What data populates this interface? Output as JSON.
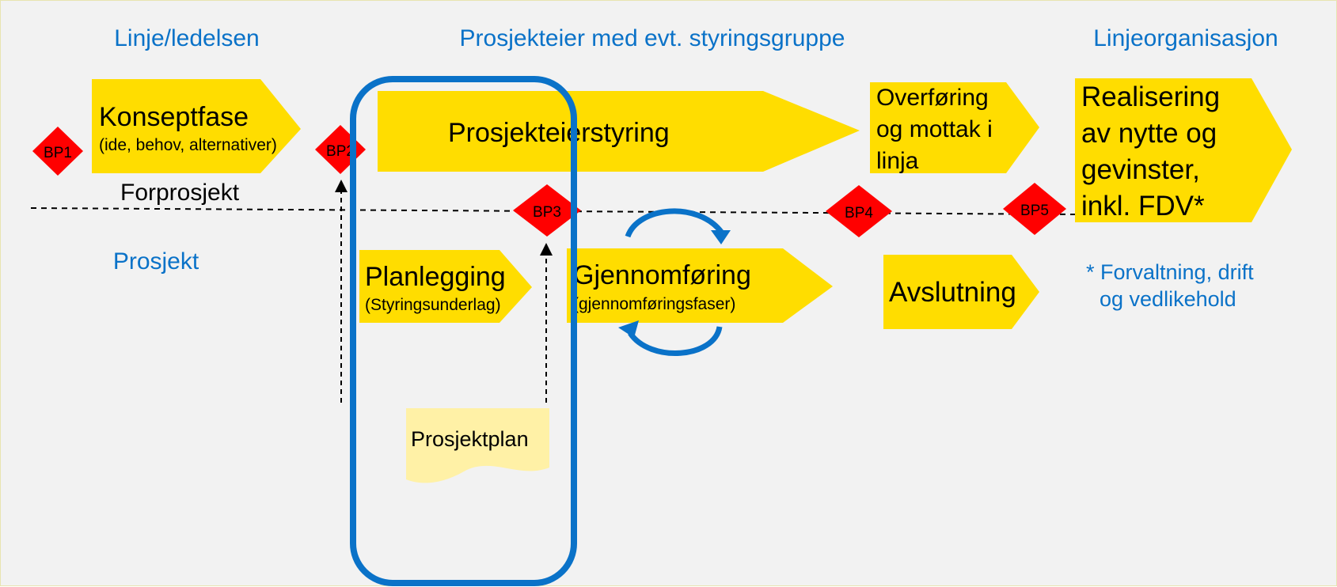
{
  "colors": {
    "background": "#f2f2f2",
    "arrow_fill": "#ffdd00",
    "note_fill": "#fff1a6",
    "decision_point": "#ff0000",
    "highlight": "#0a72c8",
    "heading_text": "#0a72c8",
    "body_text": "#000000"
  },
  "headings": {
    "line_management": "Linje/ledelsen",
    "project_owner": "Prosjekteier med evt. styringsgruppe",
    "line_organization": "Linjeorganisasjon",
    "project": "Prosjekt"
  },
  "upper_track": {
    "concept_phase": {
      "title": "Konseptfase",
      "subtitle": "(ide, behov, alternativer)"
    },
    "owner_governance": {
      "title": "Prosjekteierstyring"
    },
    "handover": {
      "lines": [
        "Overføring",
        "og mottak i",
        "linja"
      ]
    },
    "realization": {
      "lines": [
        "Realisering",
        "av nytte og",
        "gevinster,",
        "inkl. FDV*"
      ]
    }
  },
  "divider": {
    "label": "Forprosjekt"
  },
  "lower_track": {
    "planning": {
      "title": "Planlegging",
      "subtitle": "(Styringsunderlag)"
    },
    "execution": {
      "title": "Gjennomføring",
      "subtitle": "(gjennomføringsfaser)"
    },
    "closing": {
      "title": "Avslutning"
    }
  },
  "document": {
    "label": "Prosjektplan"
  },
  "decision_points": [
    "BP1",
    "BP2",
    "BP3",
    "BP4",
    "BP5"
  ],
  "footnote": {
    "lines": [
      "* Forvaltning, drift",
      "og vedlikehold"
    ]
  }
}
